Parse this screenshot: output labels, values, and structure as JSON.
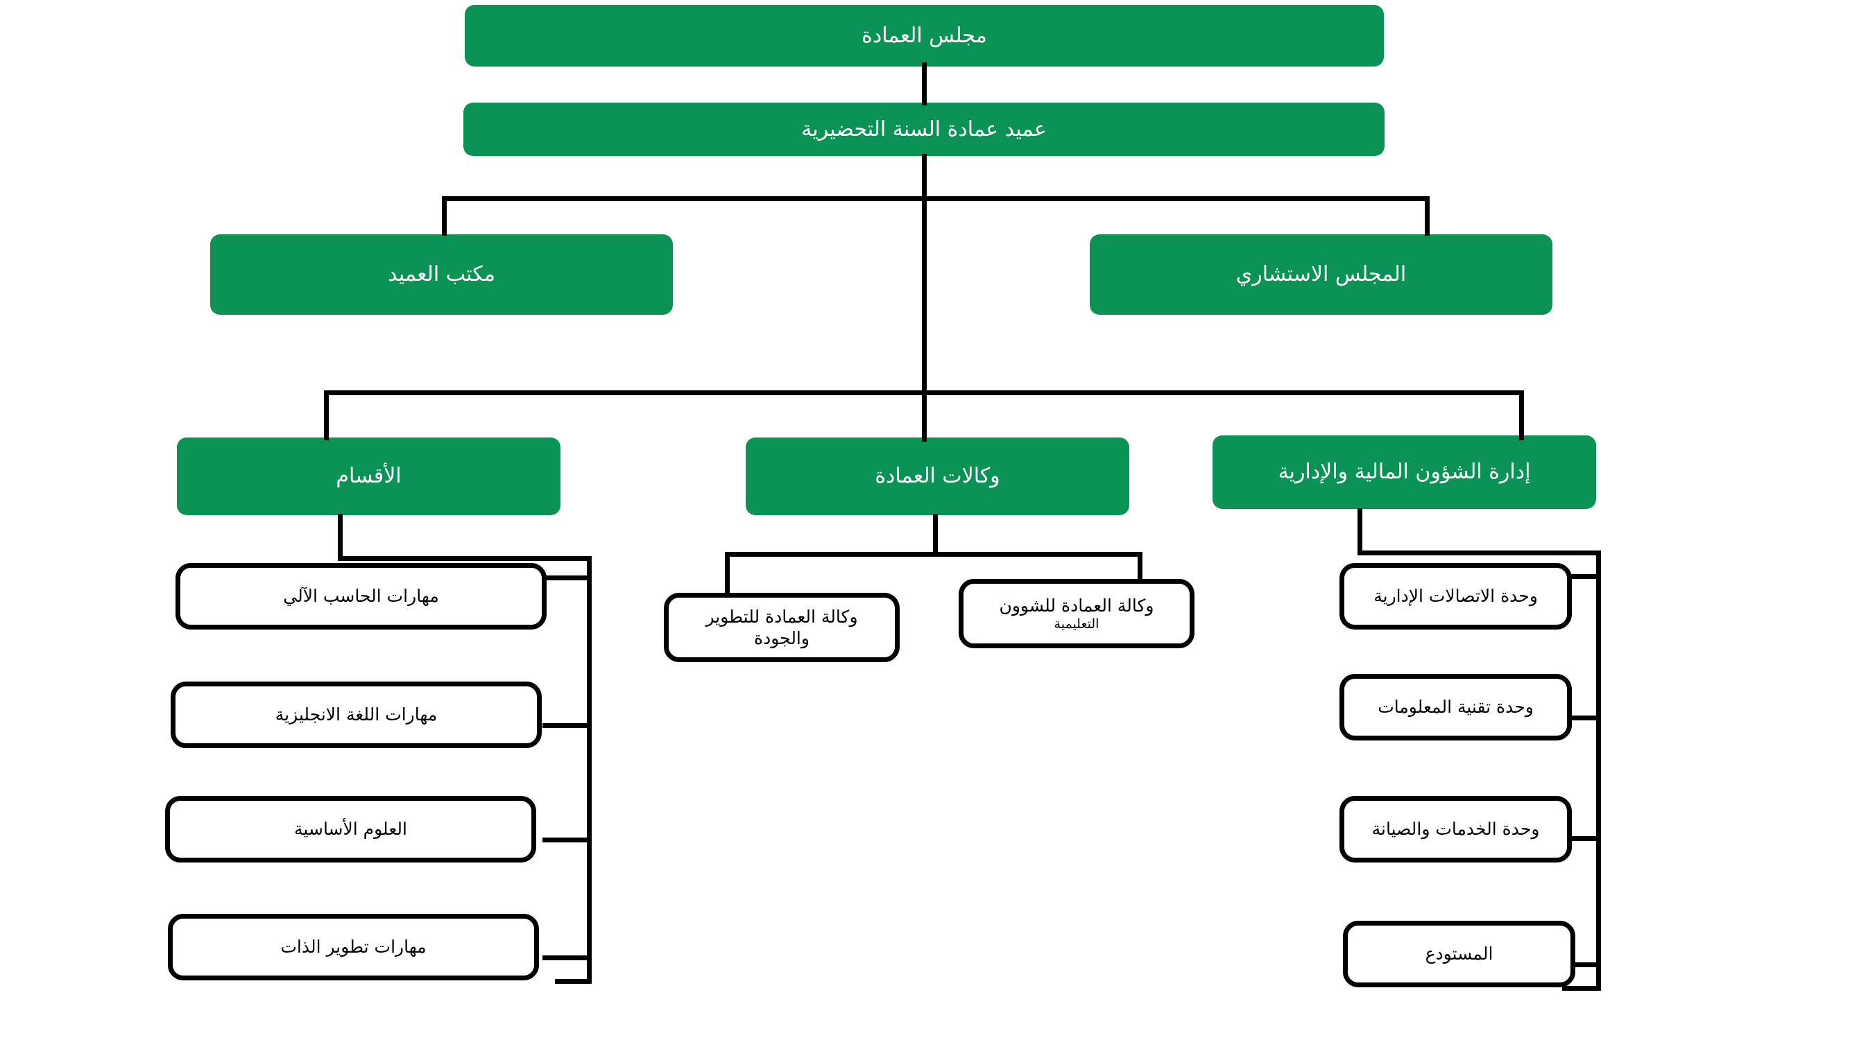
{
  "diagram": {
    "title_text": "مجلس العمادة",
    "accent_color": "#0b9355",
    "line_color": "#000000",
    "box_text_color_primary": "#ffffff",
    "box_text_color_leaf": "#000000"
  },
  "nodes": {
    "council": {
      "label": "مجلس العمادة"
    },
    "dean": {
      "label": "عميد عمادة السنة التحضيرية"
    },
    "dean_office": {
      "label": "مكتب العميد"
    },
    "advisory_council": {
      "label": "المجلس الاستشاري"
    },
    "departments": {
      "label": "الأقسام"
    },
    "vice_deanships": {
      "label": "وكالات العمادة"
    },
    "admin_finance": {
      "label": "إدارة الشؤون المالية والإدارية"
    }
  },
  "departments_children": [
    {
      "label": "مهارات الحاسب الآلي"
    },
    {
      "label": "مهارات اللغة الانجليزية"
    },
    {
      "label": "العلوم الأساسية"
    },
    {
      "label": "مهارات تطوير الذات"
    }
  ],
  "vice_deanship_children": [
    {
      "line1": "وكالة العمادة للتطوير",
      "line2": "والجودة",
      "line2_small": false
    },
    {
      "line1": "وكالة العمادة للشوون",
      "line2": "التعليمية",
      "line2_small": true
    }
  ],
  "admin_finance_children": [
    {
      "label": "وحدة الاتصالات الإدارية"
    },
    {
      "label": "وحدة تقنية المعلومات"
    },
    {
      "label": "وحدة الخدمات والصيانة"
    },
    {
      "label": "المستودع"
    }
  ]
}
